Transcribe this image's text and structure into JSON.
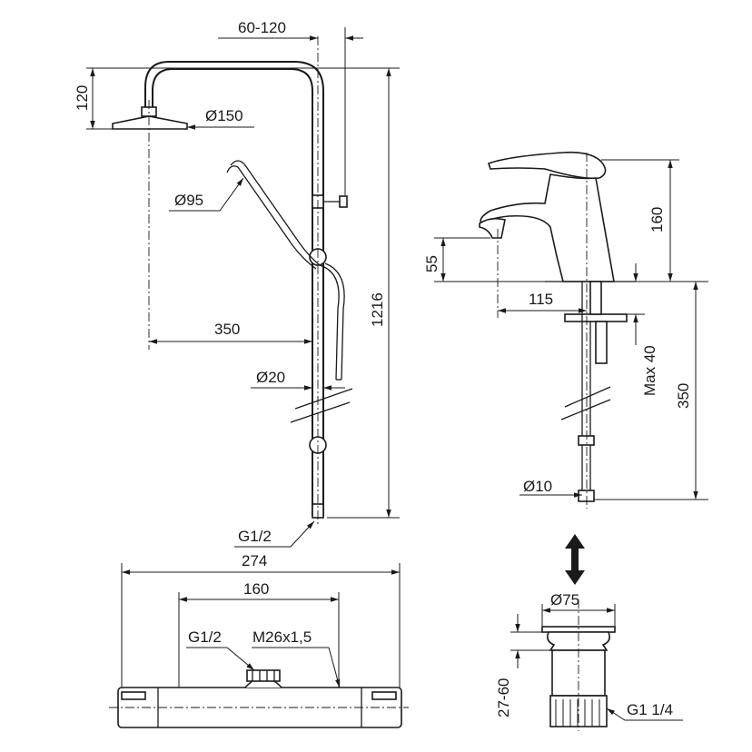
{
  "shower": {
    "offset_label": "60-120",
    "head_height_label": "120",
    "head_diameter_label": "Ø150",
    "hand_shower_label": "Ø95",
    "reach_label": "350",
    "height_label": "1216",
    "pipe_diameter_label": "Ø20",
    "connection_label": "G1/2"
  },
  "thermostat": {
    "width_label": "274",
    "centers_label": "160",
    "inlet_label": "G1/2",
    "outlet_label": "M26x1,5"
  },
  "faucet": {
    "height_label": "160",
    "spout_height_label": "55",
    "spout_reach_label": "115",
    "deck_label": "Max 40",
    "hose_length_label": "350",
    "hose_diameter_label": "Ø10"
  },
  "waste": {
    "diameter_label": "Ø75",
    "height_label": "27-60",
    "thread_label": "G1 1/4"
  }
}
